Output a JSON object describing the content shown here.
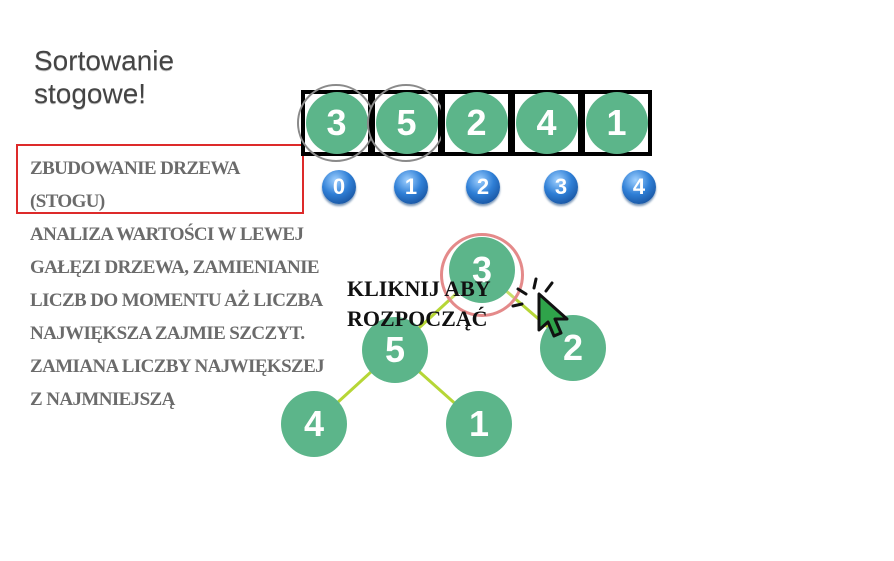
{
  "title": {
    "line1": "Sortowanie",
    "line2": "stogowe!"
  },
  "steps": [
    "ZBUDOWANIE DRZEWA",
    "(STOGU)",
    "ANALIZA WARTOŚCI W LEWEJ",
    "GAŁĘZI DRZEWA, ZAMIENIANIE",
    "LICZB DO MOMENTU AŻ LICZBA",
    "NAJWIĘKSZA ZAJMIE SZCZYT.",
    "ZAMIANA LICZBY NAJWIĘKSZEJ",
    "Z NAJMNIEJSZĄ"
  ],
  "array": {
    "values": [
      "3",
      "5",
      "2",
      "4",
      "1"
    ],
    "indices": [
      "0",
      "1",
      "2",
      "3",
      "4"
    ]
  },
  "tree": {
    "root": "3",
    "left": "5",
    "right": "2",
    "left_left": "4",
    "left_right": "1"
  },
  "cta": {
    "line1": "KLIKNIJ ABY",
    "line2": "ROZPOCZĄĆ"
  },
  "colors": {
    "node": "#5cb58a",
    "edge": "#b6d636",
    "highlight_box": "#dd2a2a",
    "cursor": "#2fa34a"
  },
  "icons": {
    "cursor": "pointer-cursor-icon"
  }
}
